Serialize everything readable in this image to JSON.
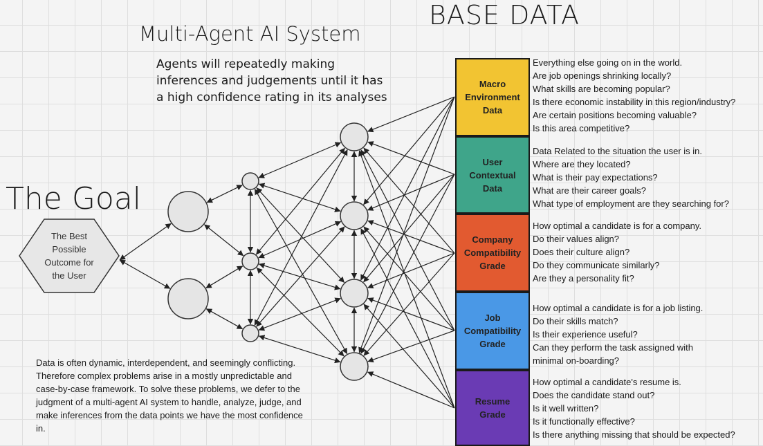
{
  "base_data_title": "BASE DATA",
  "system_title": "Multi-Agent AI System",
  "system_subtitle": "Agents will repeatedly making inferences and judgements until it has a high confidence rating in its analyses",
  "goal_title": "The Goal",
  "goal_text": "The Best Possible Outcome for the User",
  "explanation": "Data is often dynamic, interdependent, and seemingly conflicting. Therefore complex problems arise in a mostly unpredictable and case-by-case framework. To solve these problems, we defer to the judgment of a multi-agent AI system to handle, analyze, judge, and make inferences from the data points we have the most confidence in.",
  "categories": [
    {
      "label": "Macro Environment Data",
      "color": "#f2c432",
      "questions": [
        "Everything else going on in the world.",
        "Are job openings shrinking locally?",
        "What skills are becoming popular?",
        "Is there economic instability in this region/industry?",
        "Are certain positions becoming valuable?",
        "Is this area competitive?"
      ]
    },
    {
      "label": "User Contextual Data",
      "color": "#3fa58a",
      "questions": [
        "Data Related to the situation the user is in.",
        "Where are they located?",
        "What is their pay expectations?",
        "What are their career goals?",
        "What type of employment are they searching for?"
      ]
    },
    {
      "label": "Company Compatibility Grade",
      "color": "#e25a30",
      "questions": [
        "How optimal a candidate is for a company.",
        "Do their values align?",
        "Does their culture align?",
        "Do they communicate similarly?",
        "Are they a personality fit?"
      ]
    },
    {
      "label": "Job Compatibility Grade",
      "color": "#4a98e6",
      "questions": [
        "How optimal a candidate is for a job listing.",
        "Do their skills match?",
        "Is their experience useful?",
        "Can they perform the task assigned with",
        "minimal on-boarding?"
      ]
    },
    {
      "label": "Resume Grade",
      "color": "#6a3bb4",
      "questions": [
        "How optimal a candidate's resume is.",
        "Does the candidate stand out?",
        "Is it well written?",
        "Is it functionally effective?",
        "Is there anything missing that should be expected?"
      ]
    }
  ]
}
